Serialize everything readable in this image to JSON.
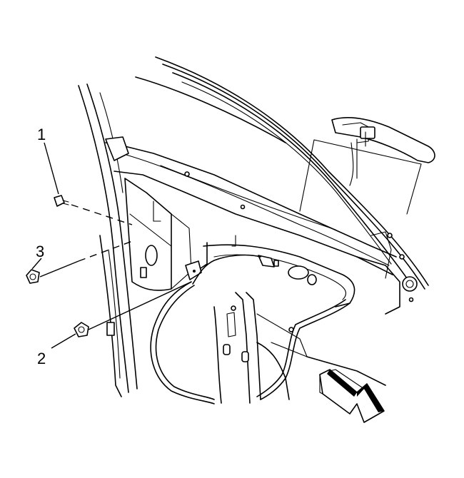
{
  "callouts": [
    {
      "id": "1",
      "label": "1"
    },
    {
      "id": "2",
      "label": "2"
    },
    {
      "id": "3",
      "label": "3"
    }
  ],
  "colors": {
    "ink": "#000000",
    "paper": "#ffffff"
  },
  "icons": {
    "front_arrow": "front-direction-arrow-icon",
    "fastener": "bolt-icon"
  }
}
